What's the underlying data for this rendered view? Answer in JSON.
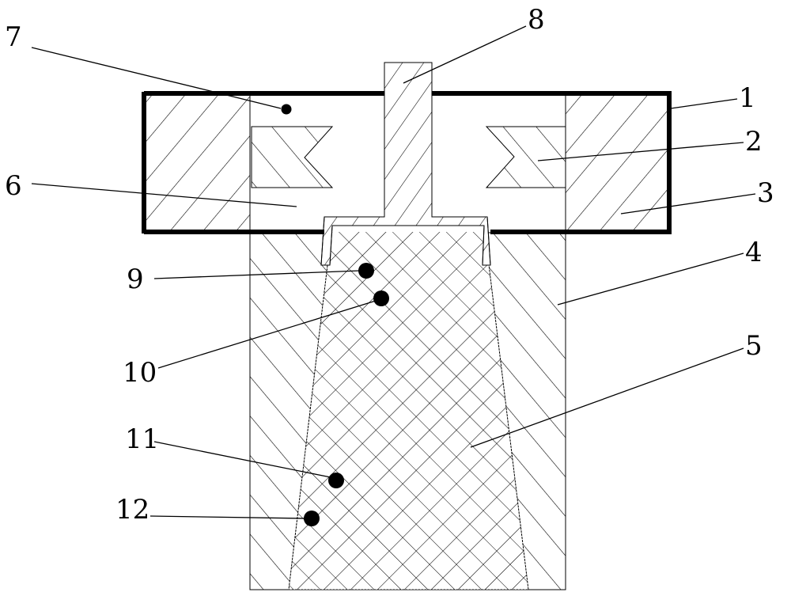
{
  "labels": {
    "l1": "1",
    "l2": "2",
    "l3": "3",
    "l4": "4",
    "l5": "5",
    "l6": "6",
    "l7": "7",
    "l8": "8",
    "l9": "9",
    "l10": "10",
    "l11": "11",
    "l12": "12"
  },
  "colors": {
    "ink": "#000000",
    "background": "#ffffff"
  }
}
